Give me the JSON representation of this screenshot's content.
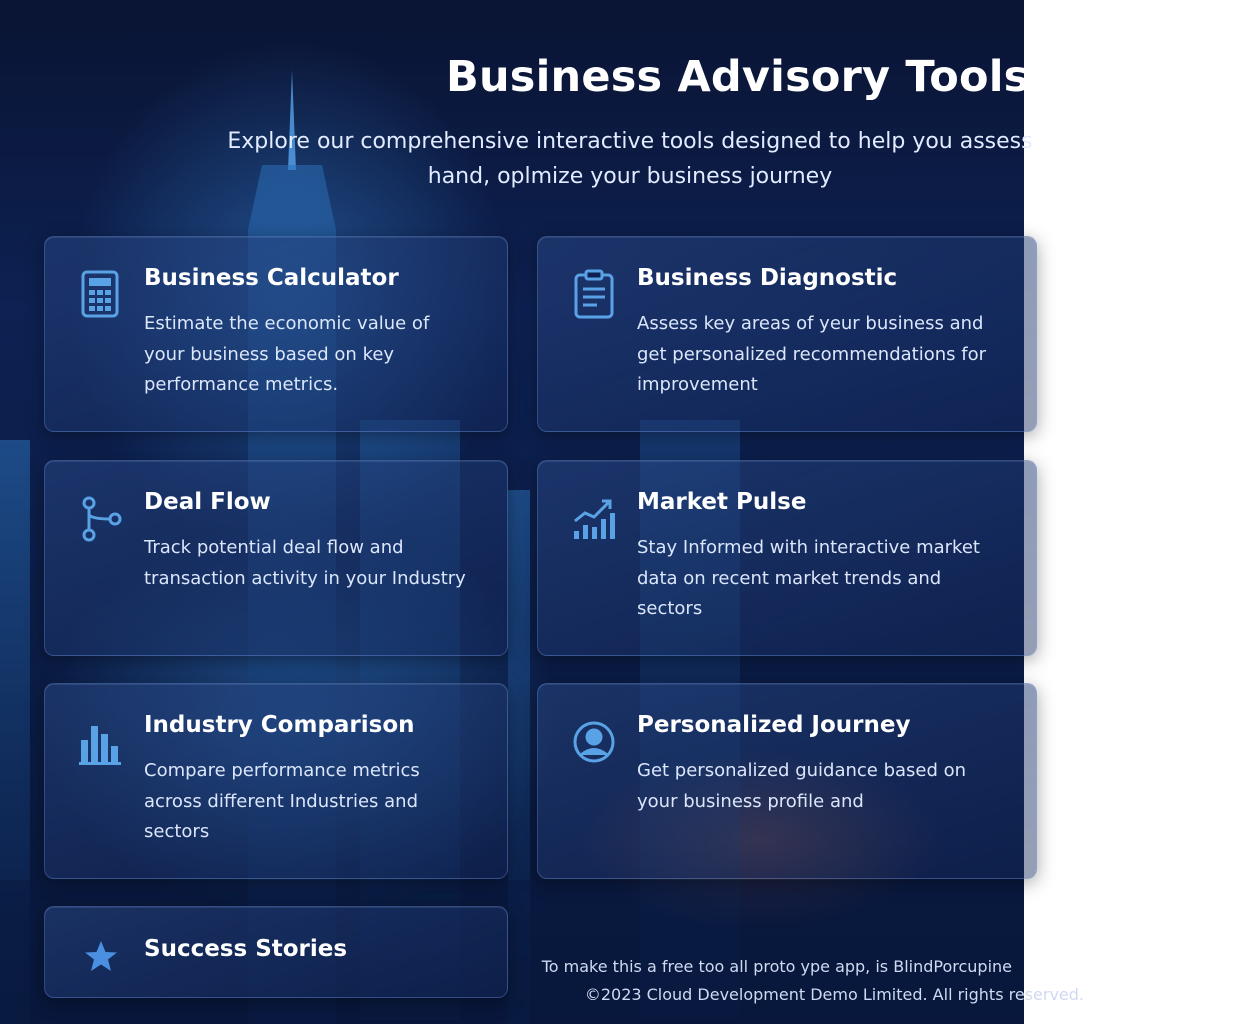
{
  "page": {
    "title": "Business Advisory Tools",
    "subtitle_lines": [
      "Explore our comprehensive interactive tools designed to help you assess",
      "hand, oplmize your business journey"
    ]
  },
  "tools": [
    {
      "title": "Business Calculator",
      "description": "Estimate the economic value of your business based on key performance metrics.",
      "icon": "calculator-icon"
    },
    {
      "title": "Business Diagnostic",
      "description": "Assess key areas of yeur business and get personalized recommendations for improvement",
      "icon": "clipboard-icon"
    },
    {
      "title": "Deal Flow",
      "description": "Track potential deal flow and transaction activity in your Industry",
      "icon": "flow-icon"
    },
    {
      "title": "Market Pulse",
      "description": "Stay Informed with interactive market data on recent market trends and sectors",
      "icon": "trend-chart-icon"
    },
    {
      "title": "Industry Comparison",
      "description": "Compare performance metrics across different Industries and sectors",
      "icon": "bar-chart-icon"
    },
    {
      "title": "Personalized Journey",
      "description": "Get personalized guidance based on your business profile and",
      "icon": "user-circle-icon"
    },
    {
      "title": "Success Stories",
      "description": "",
      "icon": "star-icon"
    }
  ],
  "footer": {
    "note": "To make this a free too all proto ype app, is BlindPorcupine",
    "copyright": "©2023 Cloud Development Demo Limited. All rights reserved."
  },
  "colors": {
    "accent": "#5aa2e6",
    "background": "#0b1d47",
    "card_border": "#7aa6ff"
  }
}
